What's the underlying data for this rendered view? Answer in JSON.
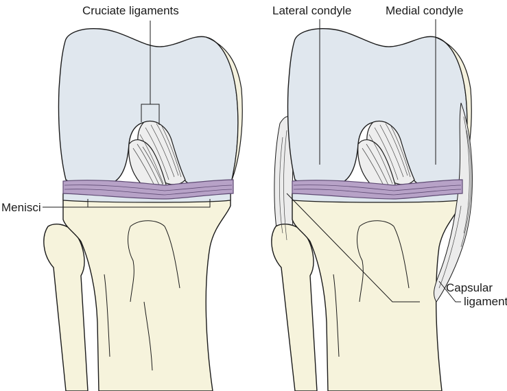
{
  "labels": {
    "cruciate": "Cruciate ligaments",
    "lateral": "Lateral condyle",
    "medial": "Medial condyle",
    "menisci": "Menisci",
    "capsular_line1": "Capsular",
    "capsular_line2": "ligaments"
  },
  "colors": {
    "bone": "#f6f3dc",
    "femur_cartilage": "#e0e7ee",
    "menisci": "#b7a2c7",
    "ligament": "#eeeeee",
    "outline": "#1a1a1a"
  }
}
